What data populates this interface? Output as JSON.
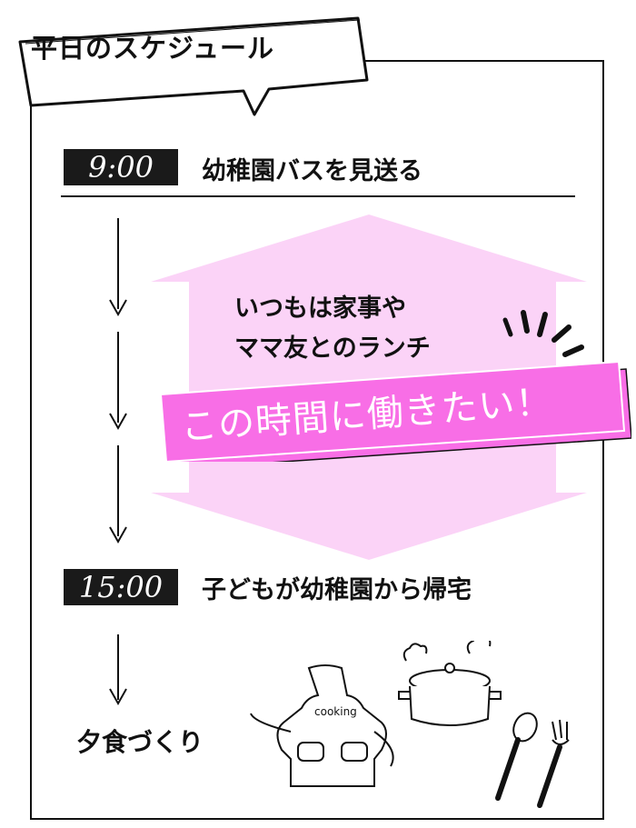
{
  "header": {
    "title": "平日のスケジュール"
  },
  "schedule": {
    "first": {
      "time": "9:00",
      "text": "幼稚園バスを見送る"
    },
    "second": {
      "time": "15:00",
      "text": "子どもが幼稚園から帰宅"
    },
    "third": {
      "text": "夕食づくり"
    }
  },
  "callout": {
    "line1": "いつもは家事や",
    "line2": "ママ友とのランチ",
    "banner": "この時間に働きたい！"
  },
  "illustration": {
    "apron_label": "cooking"
  },
  "colors": {
    "pink_light": "#fbd3f7",
    "pink_banner": "#f86ee6",
    "dark": "#1a1a1a"
  }
}
